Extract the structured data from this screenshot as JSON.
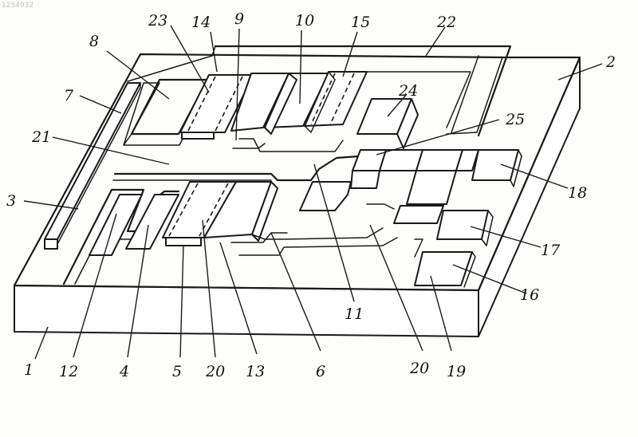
{
  "watermark": "1254932",
  "labels": {
    "l1": "1",
    "l2": "2",
    "l3": "3",
    "l4": "4",
    "l5": "5",
    "l6": "6",
    "l7": "7",
    "l8": "8",
    "l9": "9",
    "l10": "10",
    "l11": "11",
    "l12": "12",
    "l13": "13",
    "l14": "14",
    "l15": "15",
    "l16": "16",
    "l17": "17",
    "l18": "18",
    "l19": "19",
    "l20a": "20",
    "l20b": "20",
    "l21": "21",
    "l22": "22",
    "l23": "23",
    "l24": "24",
    "l25": "25"
  }
}
